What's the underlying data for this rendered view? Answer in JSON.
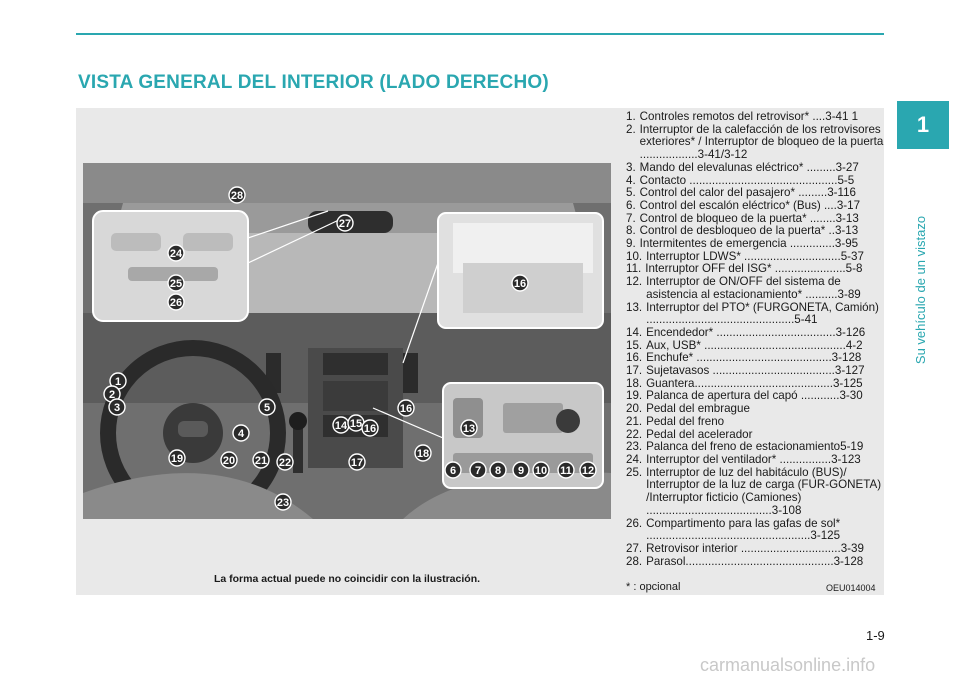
{
  "header": {
    "title": "VISTA GENERAL DEL INTERIOR (LADO DERECHO)",
    "chapter_number": "1",
    "chapter_title": "Su vehículo de un vistazo"
  },
  "figure": {
    "caption": "La forma actual puede no coincidir con la ilustración.",
    "figure_id": "OEU014004",
    "callouts": [
      "1",
      "2",
      "3",
      "4",
      "5",
      "6",
      "7",
      "8",
      "9",
      "10",
      "11",
      "12",
      "13",
      "14",
      "15",
      "16",
      "17",
      "18",
      "19",
      "20",
      "21",
      "22",
      "23",
      "24",
      "25",
      "26",
      "27",
      "28",
      "16",
      "16"
    ]
  },
  "items": [
    {
      "num": "1.",
      "text": "Controles remotos del retrovisor* ....3-41 1"
    },
    {
      "num": "2.",
      "text": "Interruptor de la calefacción de los retrovisores exteriores* / Interruptor de bloqueo de la puerta ..................3-41/3-12"
    },
    {
      "num": "3.",
      "text": "Mando del elevalunas eléctrico* .........3-27"
    },
    {
      "num": "4.",
      "text": "Contacto ..............................................5-5"
    },
    {
      "num": "5.",
      "text": "Control del calor del pasajero* .........3-116"
    },
    {
      "num": "6.",
      "text": "Control del escalón eléctrico* (Bus) ....3-17"
    },
    {
      "num": "7.",
      "text": "Control de bloqueo de la puerta* ........3-13"
    },
    {
      "num": "8.",
      "text": "Control de desbloqueo de la puerta* ..3-13"
    },
    {
      "num": "9.",
      "text": "Intermitentes de emergencia ..............3-95"
    },
    {
      "num": "10.",
      "text": "Interruptor LDWS* ..............................5-37"
    },
    {
      "num": "11.",
      "text": "Interruptor OFF del ISG* ......................5-8"
    },
    {
      "num": "12.",
      "text": "Interruptor de ON/OFF del sistema de asistencia al estacionamiento* ..........3-89"
    },
    {
      "num": "13.",
      "text": "Interruptor del PTO* (FURGONETA, Camión) ..............................................5-41"
    },
    {
      "num": "14.",
      "text": "Encendedor* .....................................3-126"
    },
    {
      "num": "15.",
      "text": "Aux, USB* ............................................4-2"
    },
    {
      "num": "16.",
      "text": "Enchufe* ..........................................3-128"
    },
    {
      "num": "17.",
      "text": "Sujetavasos ......................................3-127"
    },
    {
      "num": "18.",
      "text": "Guantera...........................................3-125"
    },
    {
      "num": "19.",
      "text": "Palanca de apertura del capó ............3-30"
    },
    {
      "num": "20.",
      "text": "Pedal del embrague"
    },
    {
      "num": "21.",
      "text": "Pedal del freno"
    },
    {
      "num": "22.",
      "text": "Pedal del acelerador"
    },
    {
      "num": "23.",
      "text": "Palanca del freno de estacionamiento5-19"
    },
    {
      "num": "24.",
      "text": "Interruptor del ventilador* ................3-123"
    },
    {
      "num": "25.",
      "text": "Interruptor de luz del habitáculo (BUS)/ Interruptor de la luz de carga (FUR-GONETA) /Interruptor ficticio (Camiones) .......................................3-108"
    },
    {
      "num": "26.",
      "text": "Compartimento para las gafas de sol* ...................................................3-125"
    },
    {
      "num": "27.",
      "text": "Retrovisor interior ...............................3-39"
    },
    {
      "num": "28.",
      "text": "Parasol..............................................3-128"
    }
  ],
  "footnote": "* : opcional",
  "page_number": "1-9",
  "watermark": "carmanualsonline.info",
  "colors": {
    "accent": "#2aa7b0",
    "panel": "#e9e9e9",
    "badge": "#2a2a2a"
  }
}
